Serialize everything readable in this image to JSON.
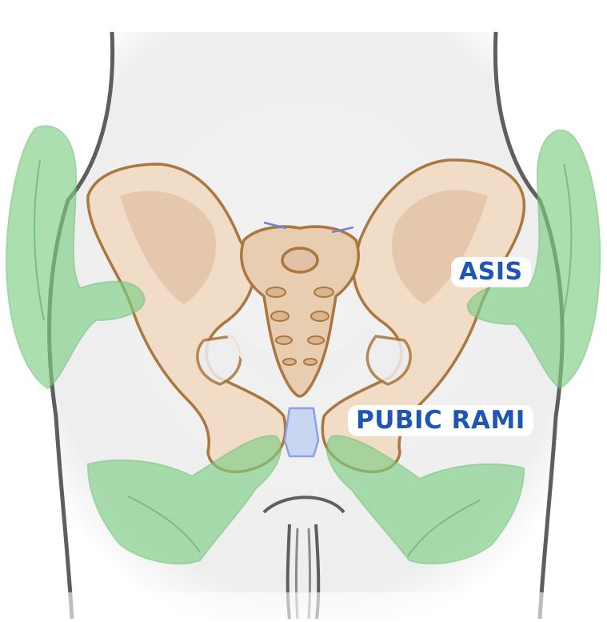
{
  "labels": {
    "asis": "ASIS",
    "pubic_rami": "PUBIC RAMI"
  },
  "colors": {
    "label_text": "#1f55b5",
    "bone_fill": "#f1dcc7",
    "bone_shadow": "#e2c2a6",
    "bone_outline": "#a9773f",
    "glove_fill": "#7fcf86",
    "body_outline": "#5e5e5e",
    "body_fill": "#eeeeee",
    "cartilage": "#c9d6f2"
  },
  "icons": {
    "pelvis": "pelvis-bones",
    "sacrum": "sacrum",
    "pubic_symphysis": "pubic-symphysis-cartilage",
    "hands": "gloved-hands"
  }
}
